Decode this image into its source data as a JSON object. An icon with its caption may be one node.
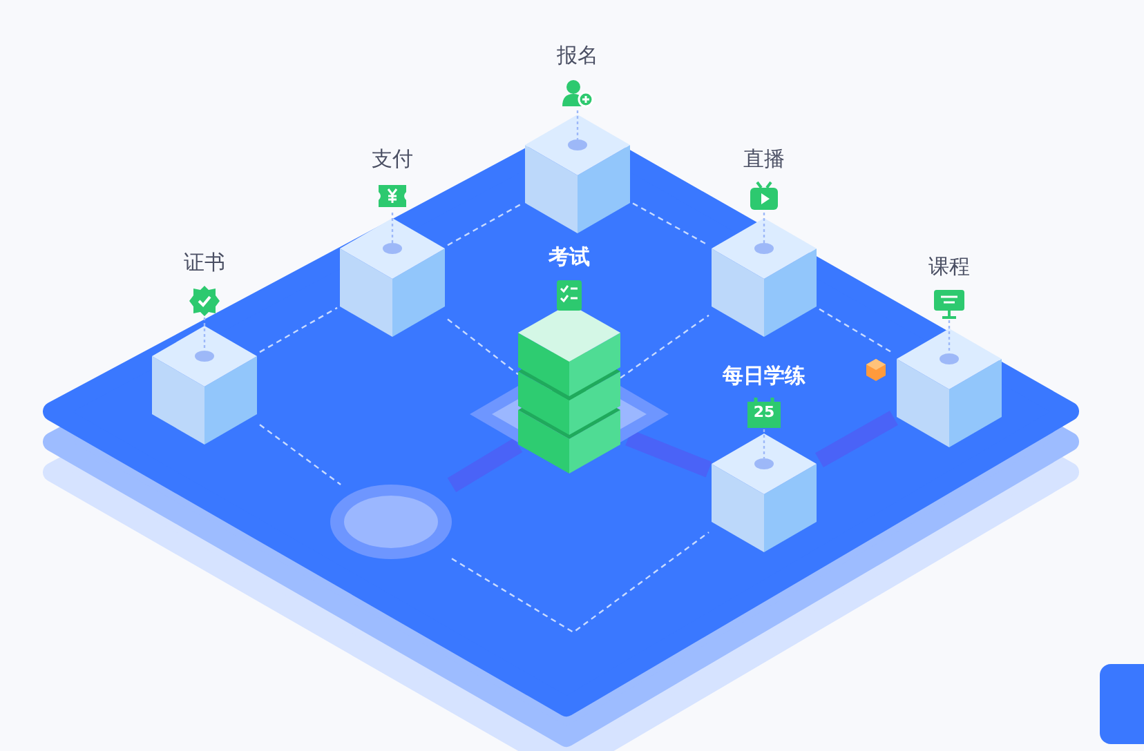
{
  "diagram": {
    "nodes": [
      {
        "text": [
          "报名"
        ]
      },
      {
        "text": [
          "支付"
        ]
      },
      {
        "text": [
          "直播"
        ]
      },
      {
        "text": [
          "考试"
        ]
      },
      {
        "text": [
          "证书"
        ]
      },
      {
        "text": [
          "课程"
        ]
      },
      {
        "text": [
          "每日学练"
        ]
      },
      {
        "text": [],
        "shape": "circle"
      }
    ],
    "edges": [
      {
        "from": 4,
        "to": 1,
        "arrow": "none",
        "style": "dashed"
      },
      {
        "from": 1,
        "to": 0,
        "arrow": "none",
        "style": "dashed"
      },
      {
        "from": 1,
        "to": 3,
        "arrow": "none",
        "style": "dashed"
      },
      {
        "from": 0,
        "to": 2,
        "arrow": "none",
        "style": "dashed"
      },
      {
        "from": 3,
        "to": 2,
        "arrow": "none",
        "style": "dashed"
      },
      {
        "from": 2,
        "to": 5,
        "arrow": "none",
        "style": "dashed"
      },
      {
        "from": 4,
        "to": 7,
        "arrow": "none",
        "style": "dashed"
      },
      {
        "from": 7,
        "to": 6,
        "arrow": "none",
        "style": "dashed"
      },
      {
        "from": 3,
        "to": 7,
        "arrow": "none",
        "style": "thick",
        "color": "#4a63f7"
      },
      {
        "from": 3,
        "to": 6,
        "arrow": "none",
        "style": "thick",
        "color": "#4a63f7"
      },
      {
        "from": 6,
        "to": 5,
        "arrow": "none",
        "style": "thick",
        "color": "#4a63f7"
      }
    ],
    "labels": [
      "25"
    ]
  }
}
